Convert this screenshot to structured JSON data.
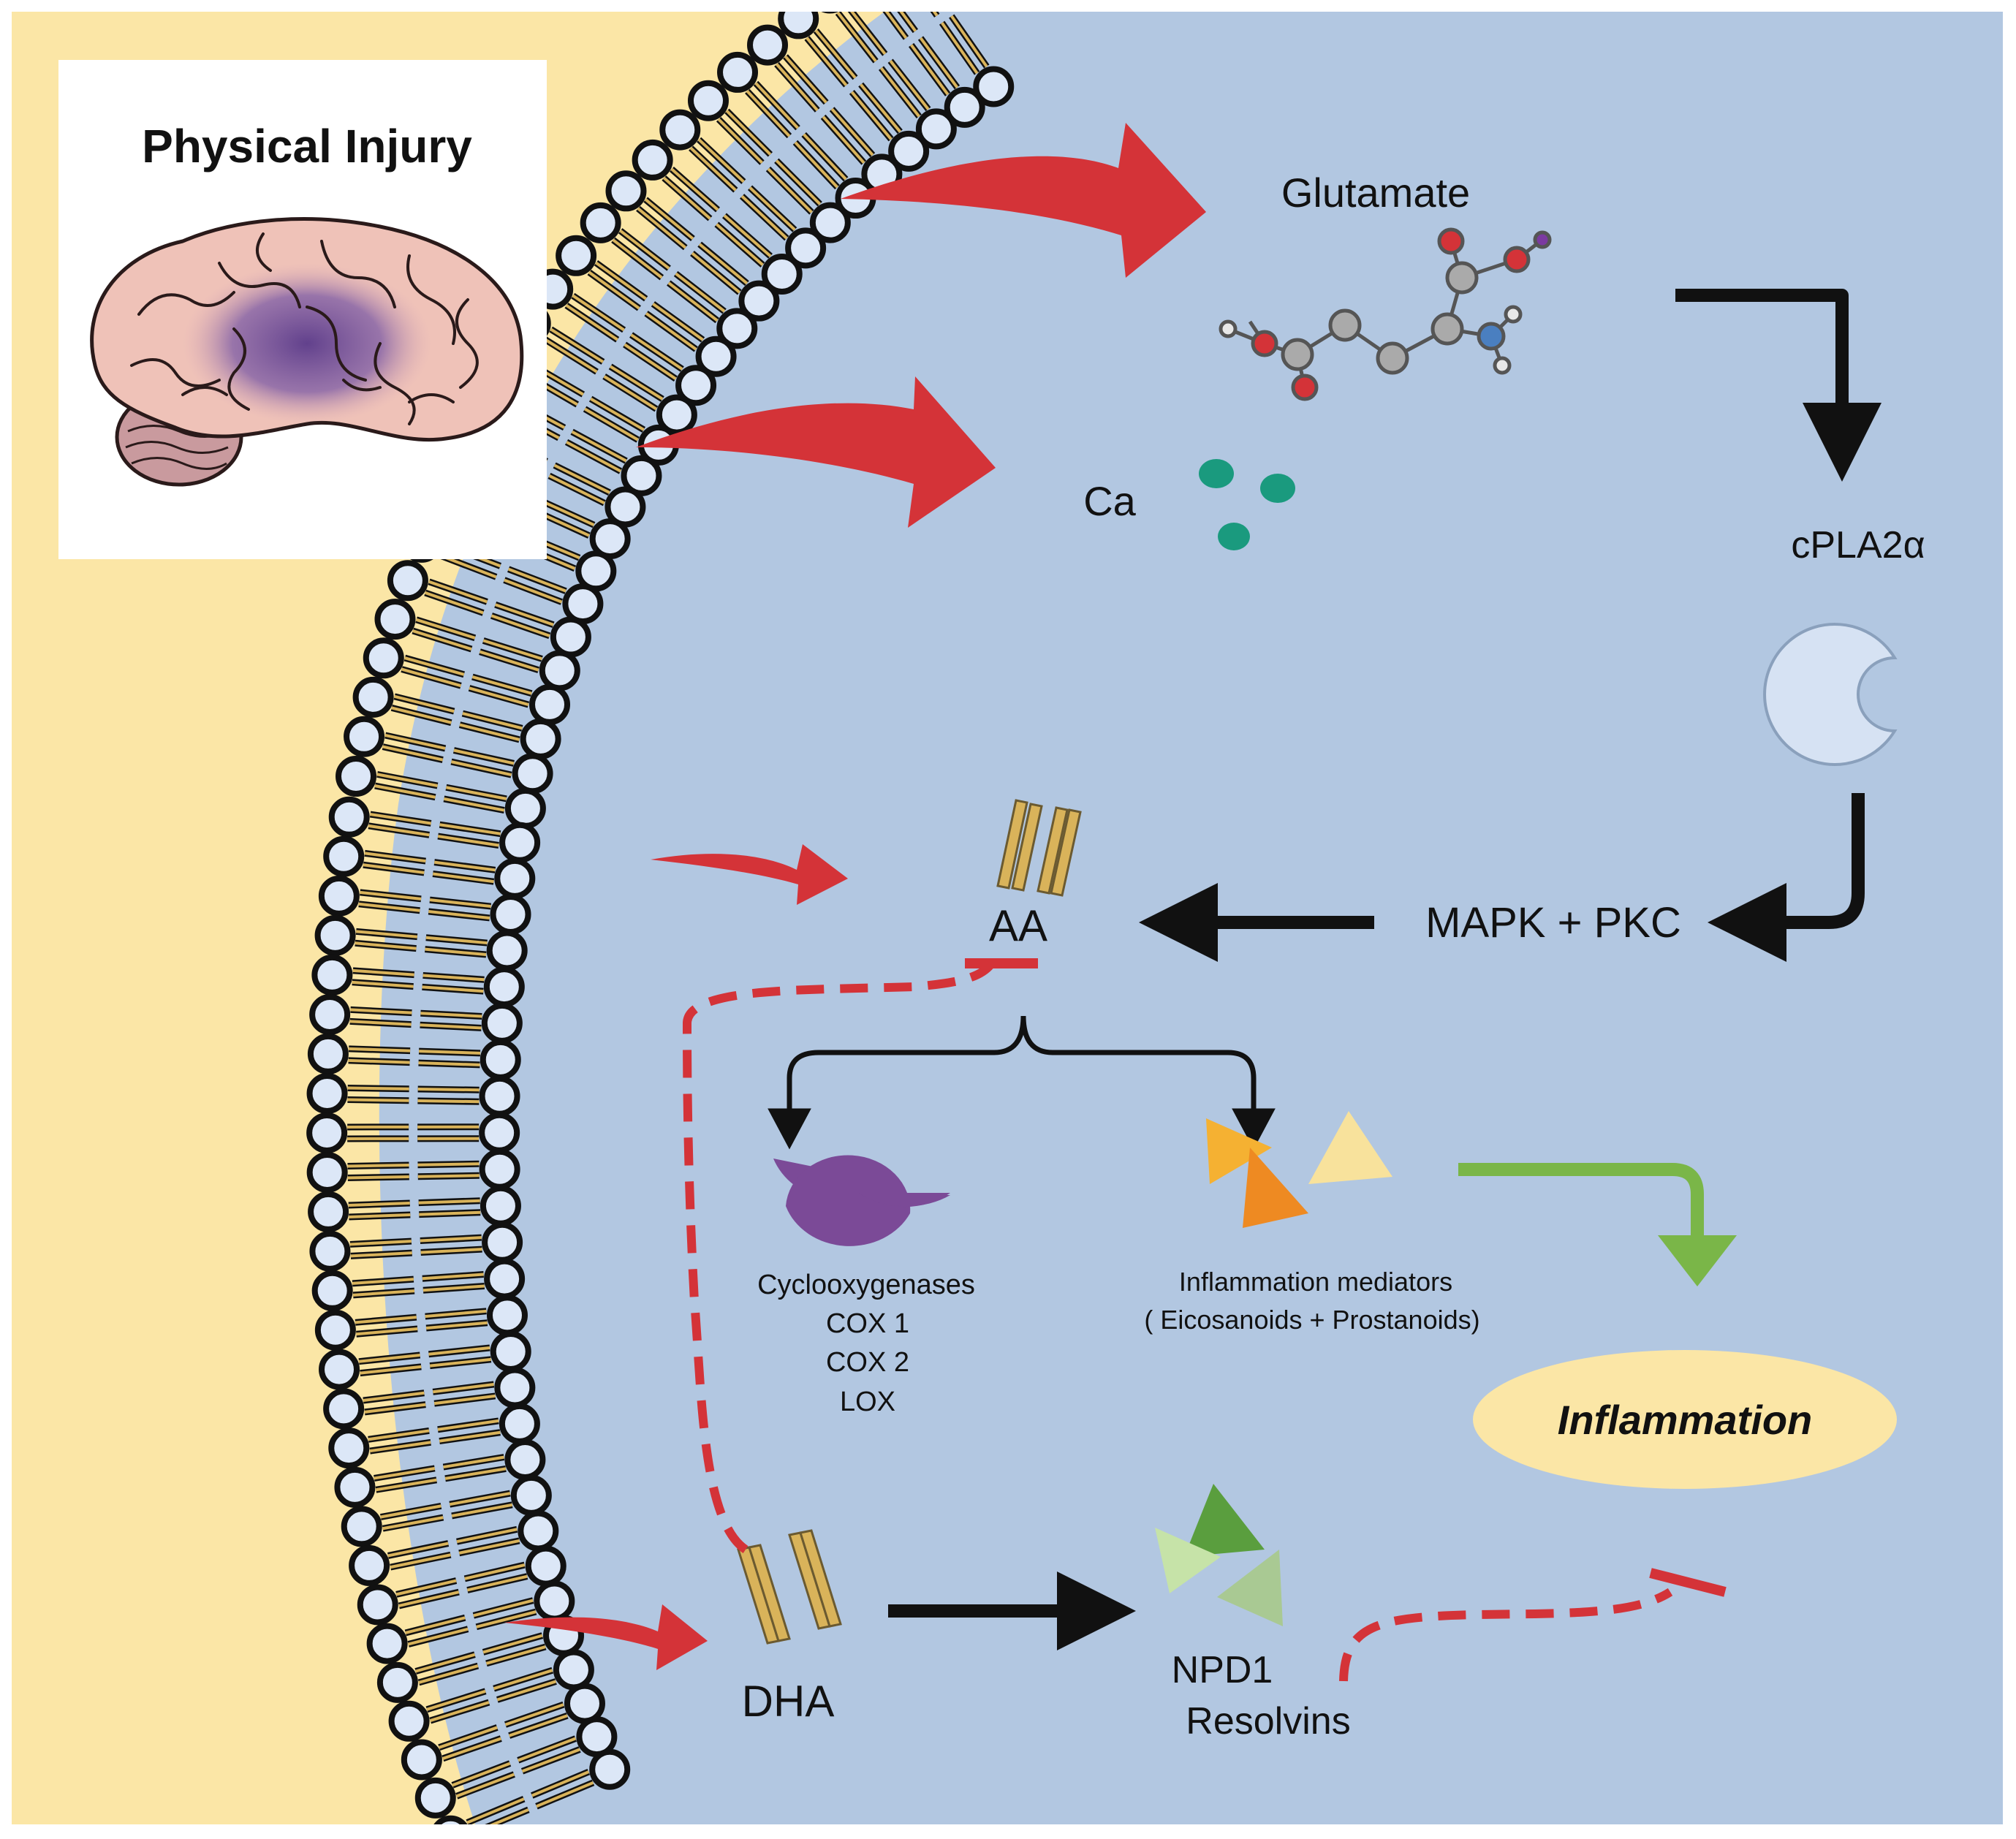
{
  "title_box": {
    "title": "Physical Injury"
  },
  "labels": {
    "glutamate": "Glutamate",
    "calcium": "Ca",
    "cpla2a": "cPLA2α",
    "mapk_pkc": "MAPK + PKC",
    "aa": "AA",
    "dha": "DHA",
    "cyclooxygenases": "Cyclooxygenases",
    "cox1": "COX 1",
    "cox2": "COX 2",
    "lox": "LOX",
    "mediators_line1": "Inflammation mediators",
    "mediators_line2": "( Eicosanoids + Prostanoids)",
    "inflammation": "Inflammation",
    "npd1": "NPD1",
    "resolvins": "Resolvins"
  },
  "colors": {
    "extracellular": "#fbe6a6",
    "cytoplasm": "#b2c7e1",
    "membrane_head": "#dce7f7",
    "tail": "#d9b35a",
    "red_arrow": "#d43338",
    "black_arrow": "#111111",
    "green_arrow": "#7ab648",
    "ca_dots": "#1a9a7e",
    "cox_purple": "#7b4a97",
    "inflammation_ellipse": "#fbe6a6"
  },
  "icons": [
    "brain-icon",
    "glutamate-molecule-icon",
    "calcium-ions-icon",
    "cpla2a-enzyme-icon",
    "fatty-acid-icon",
    "cox-enzyme-icon",
    "mediator-triangles-icon",
    "resolvin-triangles-icon"
  ]
}
